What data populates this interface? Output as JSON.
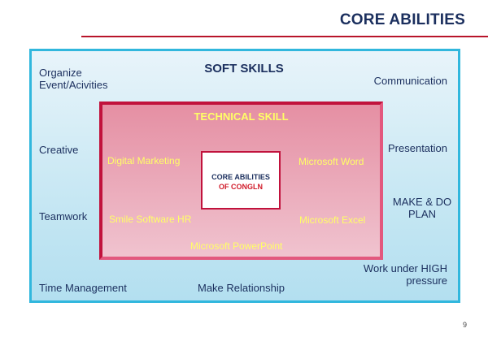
{
  "title": "CORE ABILITIES",
  "soft_skills": {
    "heading": "SOFT SKILLS",
    "organize": "Organize Event/Acivities",
    "communication": "Communication",
    "creative": "Creative",
    "presentation": "Presentation",
    "teamwork": "Teamwork",
    "make_do_plan": "MAKE & DO PLAN",
    "work_under_pressure": "Work under HIGH pressure",
    "time_management": "Time Management",
    "make_relationship": "Make Relationship"
  },
  "technical_skills": {
    "heading": "TECHNICAL SKILL",
    "digital_marketing": "Digital Marketing",
    "microsoft_word": "Microsoft Word",
    "smile_software_hr": "Smile Software HR",
    "microsoft_excel": "Microsoft Excel",
    "microsoft_powerpoint": "Microsoft PowerPoint"
  },
  "core": {
    "line1": "CORE ABILITIES",
    "line2": "OF CONGLN"
  },
  "page_number": "9",
  "colors": {
    "navy": "#1b2f5e",
    "accent_red": "#b8142a",
    "cyan_border": "#31b7dd",
    "pink_border": "#e3587e",
    "yellow_text": "#ffff66"
  }
}
